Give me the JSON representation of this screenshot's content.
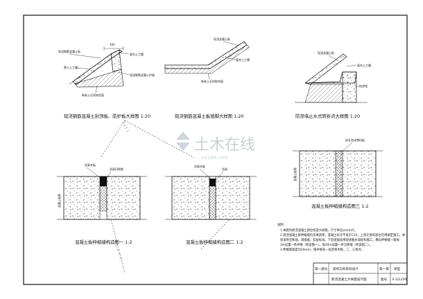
{
  "captions": {
    "d1": "现浇钢筋混凝土封顶板、防护板大样图 1:20",
    "d2": "现浇钢筋混凝土板坡脚大样图 1:20",
    "d3": "防渗墙止水式转折点大样图 1:20",
    "d4": "混凝土板伸缩缝构造图一 1:2",
    "d5": "混凝土板伸缩缝构造图二 1:2",
    "d6": "混凝土板伸缩缝构造图三 1:2"
  },
  "labels": {
    "d1_top": "100",
    "d1_a": "现浇钢筋混凝土板",
    "d1_b": "复合土工膜",
    "d1_c": "黄土土工膜",
    "d1_d": "现浇钢筋混凝土护坡",
    "d1_e": "新老土石坝结合面",
    "d2_a": "现浇混凝土板",
    "d2_b": "复合土工膜",
    "d2_c": "新老土石坝结合面",
    "d3_a": "现浇混凝土板",
    "d3_b": "复合土工膜",
    "d3_c": "防渗墙",
    "d4_a": "沥青木板",
    "d4_b": "沥青玛蹄脂",
    "d4_side": "混凝土板厚",
    "d5_a": "沥青木板",
    "d5_b": "沥青",
    "d6_a": "闭孔泡沫塑料板",
    "d6_side": "混凝土板厚"
  },
  "notes": {
    "title": "说明:",
    "lines": [
      "1.本图为新浇混凝土部位构造大样图，尺寸单位以mm计。",
      "2.现浇混凝土板伸缩缝内充填沥青，混凝土标号不低于C15，上游无害的部位可用规定施工。本",
      "  坝采用全断面、隔墙面、双层标准。下游坡面采用现状截水墙结构施工，横向伸缩缝一般每",
      "  3m设置一条并缝（构造图一），每20m设置一条沉降缝（构造图二）。",
      "3.伸缩缝宽度为20mm，缝中填充一层沥青木板，二、三地点。"
    ]
  },
  "title_block": {
    "part": "第一部分",
    "project": "堤坝与坝系统设计",
    "chapter": "第一章",
    "category": "坝型",
    "drawing_name": "新浇混凝土大样图设计图",
    "drawing_no_label": "图号",
    "drawing_no": "3-1(2)/30"
  },
  "watermark": {
    "main": "土木在线",
    "sub": "co188.com"
  }
}
